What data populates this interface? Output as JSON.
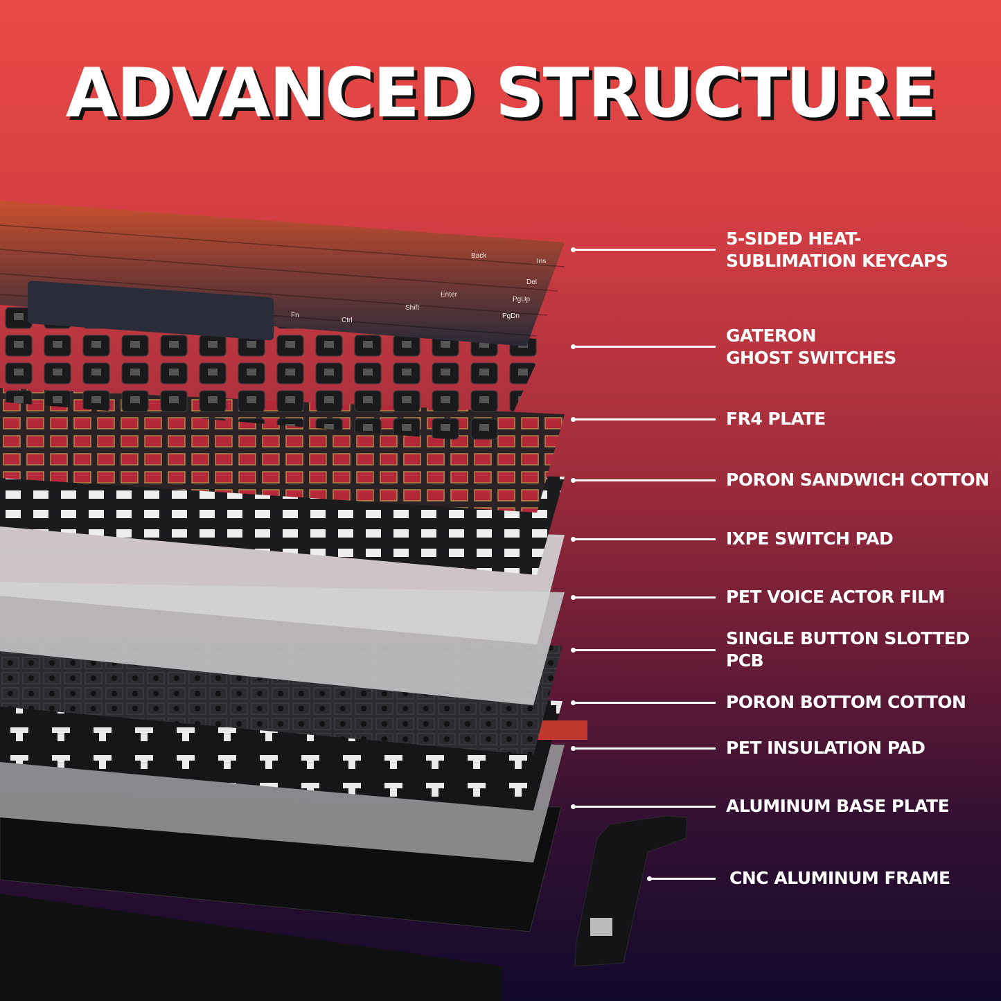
{
  "title": "ADVANCED STRUCTURE",
  "colors": {
    "bg_top": "#ea4a45",
    "bg_bottom": "#120a2c",
    "keycap_top": "#c8502e",
    "keycap_bottom": "#2a2a38"
  },
  "keycap_legends": [
    "Back",
    "Ins",
    "Del",
    "PgUp",
    "PgDn",
    "Enter",
    "Shift",
    "Fn",
    "Ctrl"
  ],
  "layers": [
    {
      "label": "5-SIDED HEAT-\nSUBLIMATION KEYCAPS"
    },
    {
      "label": "GATERON\nGHOST SWITCHES"
    },
    {
      "label": "FR4 PLATE"
    },
    {
      "label": "PORON SANDWICH COTTON"
    },
    {
      "label": "IXPE SWITCH PAD"
    },
    {
      "label": "PET VOICE ACTOR FILM"
    },
    {
      "label": "SINGLE BUTTON SLOTTED\nPCB"
    },
    {
      "label": "PORON BOTTOM COTTON"
    },
    {
      "label": "PET INSULATION PAD"
    },
    {
      "label": "ALUMINUM BASE PLATE"
    },
    {
      "label": "CNC ALUMINUM FRAME"
    }
  ]
}
